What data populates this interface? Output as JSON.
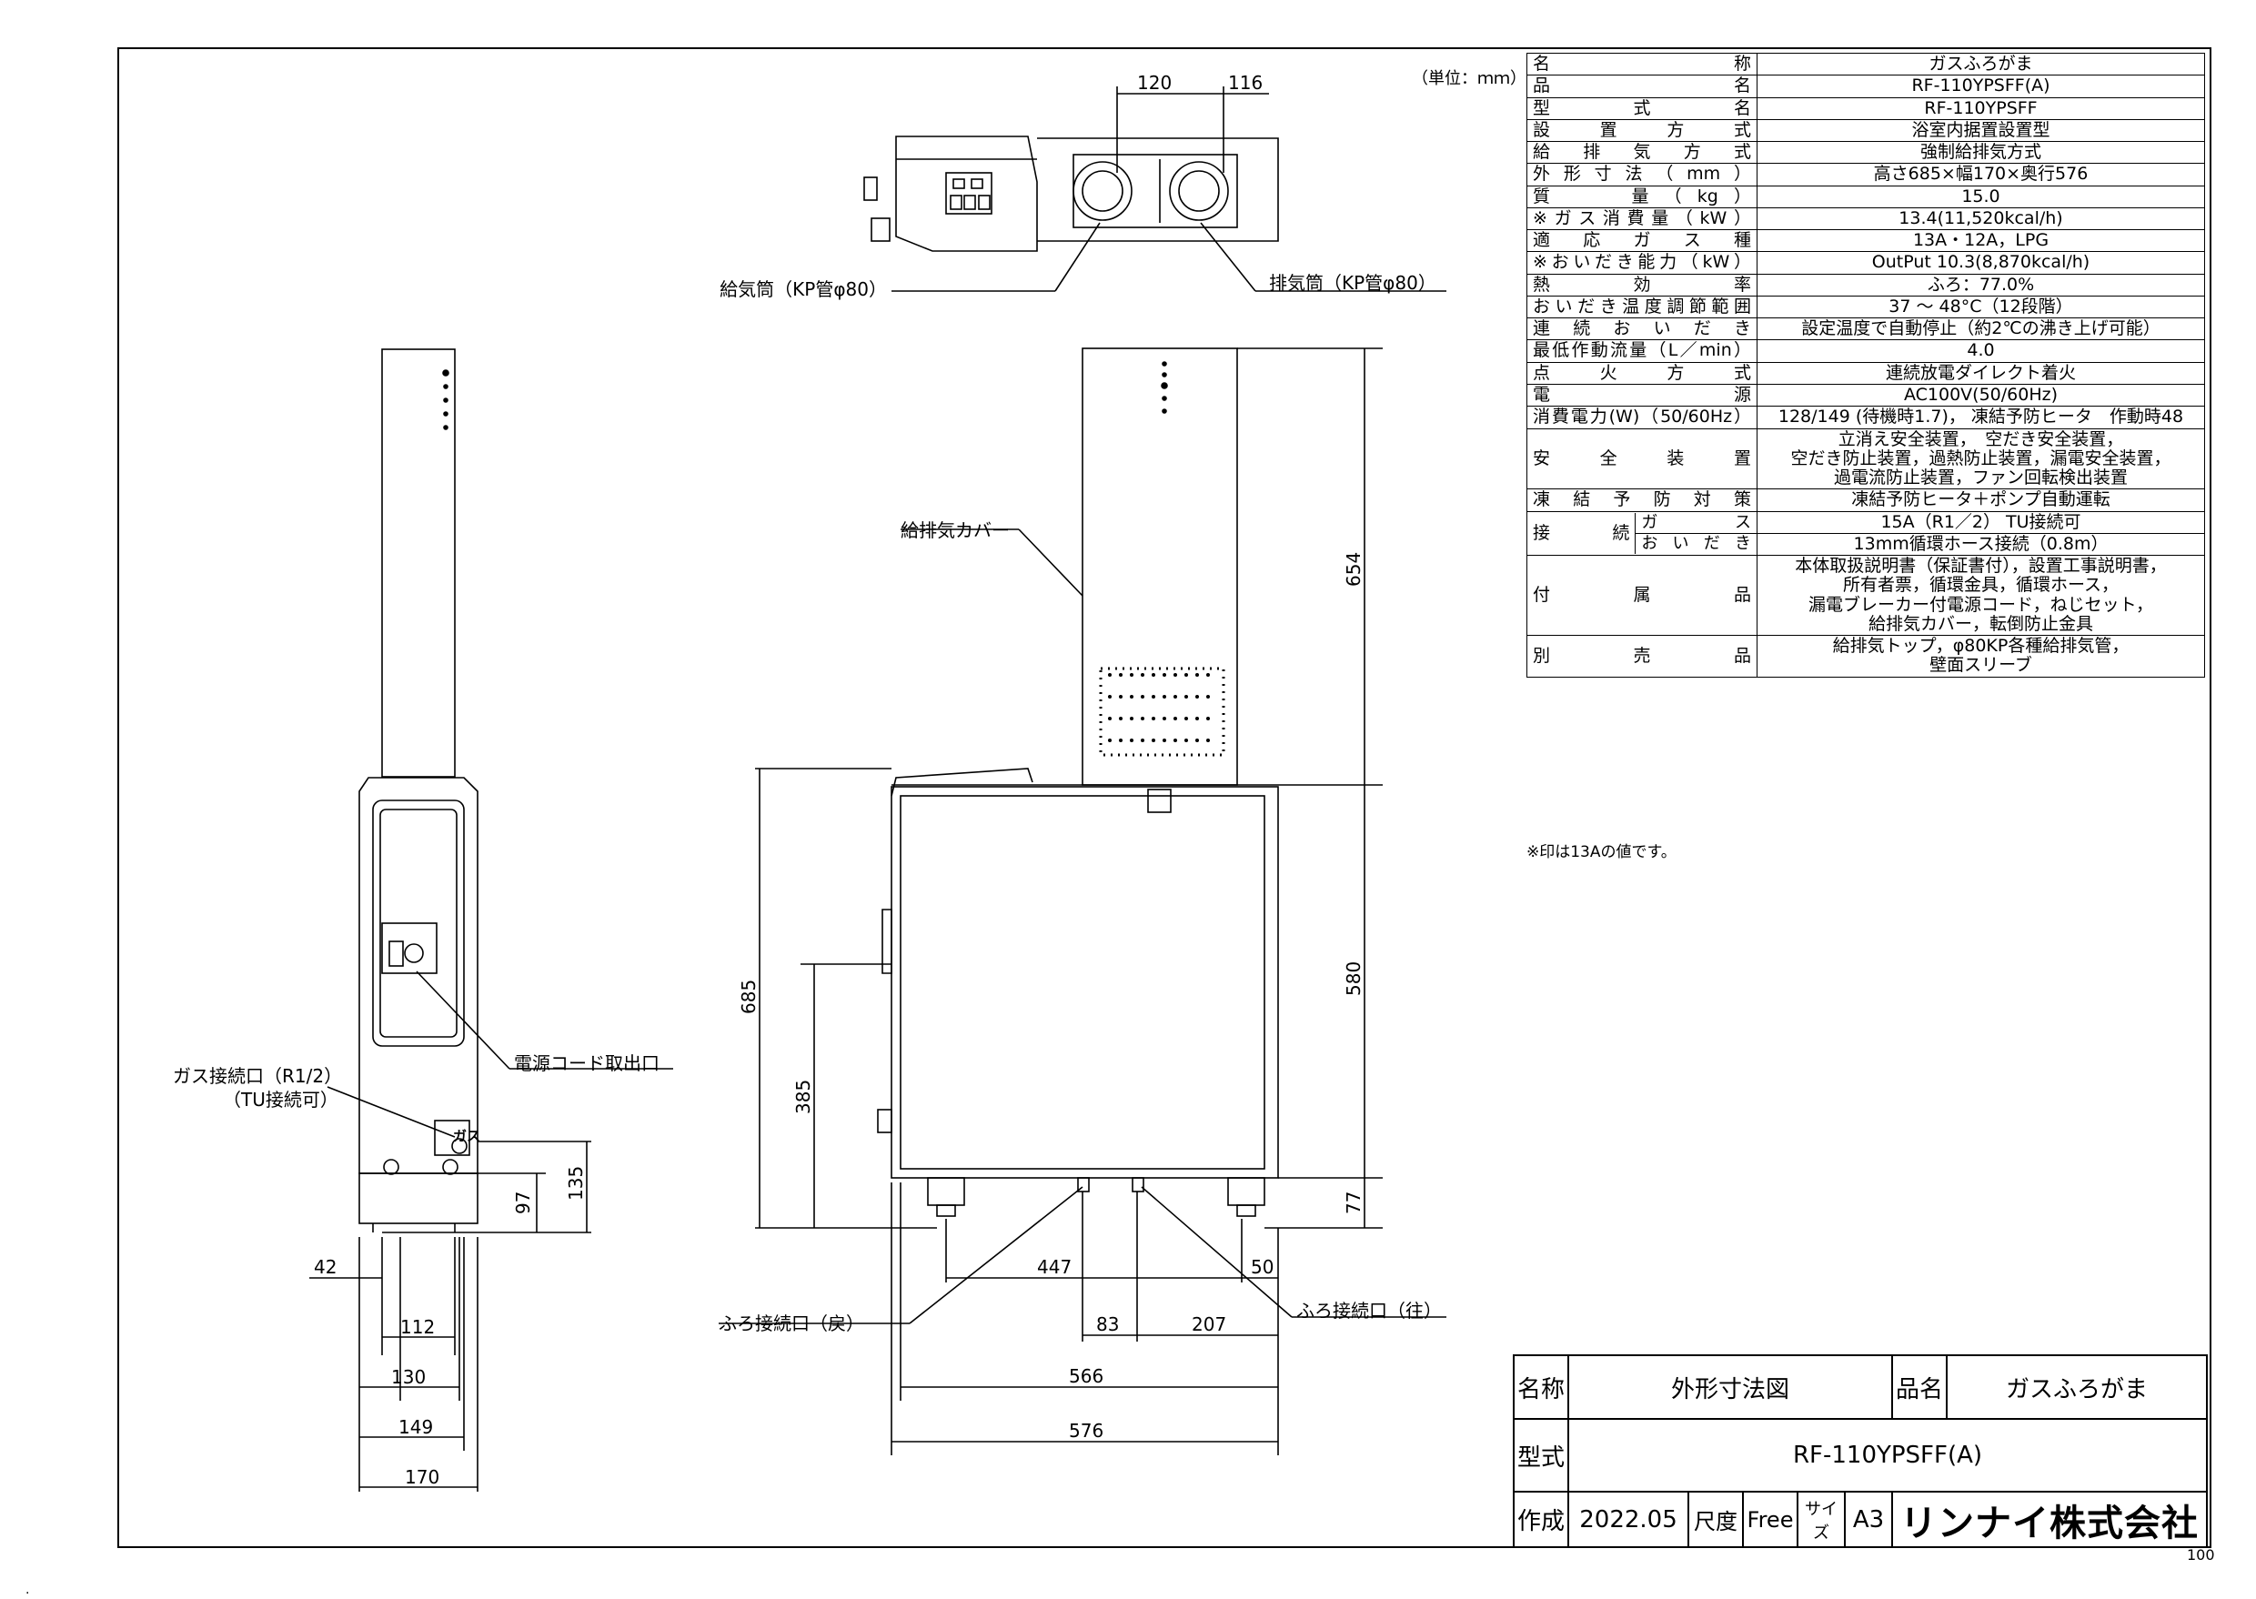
{
  "unit_note": "（単位：ｍｍ）",
  "spec_rows": [
    {
      "label": "名　　　　　称",
      "value": "ガスふろがま"
    },
    {
      "label": "品　　　　　名",
      "value": "RF-110YPSFF(A)"
    },
    {
      "label": "型　　式　　名",
      "value": "RF-110YPSFF"
    },
    {
      "label": "設　置　方　式",
      "value": "浴室内据置設置型"
    },
    {
      "label": "給　排　気　方　式",
      "value": "強制給排気方式"
    },
    {
      "label": "外形寸法（mm）",
      "value": "高さ685×幅170×奥行576"
    },
    {
      "label": "質　　量（kg）",
      "value": "15.0"
    },
    {
      "label": "※ガス消費量（kW）",
      "value": "13.4(11,520kcal/h)"
    },
    {
      "label": "適　応　ガ　ス　種",
      "value": "13A・12A，LPG"
    },
    {
      "label": "※おいだき能力（kW）",
      "value": "OutPut 10.3(8,870kcal/h)"
    },
    {
      "label": "熱　　効　　率",
      "value": "ふろ：77.0%"
    },
    {
      "label": "おいだき温度調節範囲",
      "value": "37 ～ 48°C（12段階）"
    },
    {
      "label": "連　続　お　い　だ　き",
      "value": "設定温度で自動停止（約2℃の沸き上げ可能）"
    },
    {
      "label": "最低作動流量（L／min）",
      "value": "4.0"
    },
    {
      "label": "点　　火　　方　　式",
      "value": "連続放電ダイレクト着火"
    },
    {
      "label": "電　　　　　源",
      "value": "AC100V(50/60Hz)"
    },
    {
      "label": "消費電力(W)（50/60Hz）",
      "value": "128/149 (待機時1.7)， 凍結予防ヒータ　作動時48"
    }
  ],
  "safety": {
    "label": "安　　全　　装　　置",
    "lines": [
      "立消え安全装置，　空だき安全装置，",
      "空だき防止装置，過熱防止装置，漏電安全装置，",
      "過電流防止装置，ファン回転検出装置"
    ]
  },
  "freeze": {
    "label": "凍　結　予　防　対　策",
    "value": "凍結予防ヒータ＋ポンプ自動運転"
  },
  "connection": {
    "label": "接　　続",
    "gas_label": "ガ　　ス",
    "gas_value": "15A（R1／2） TU接続可",
    "oidaki_label": "お い だ き",
    "oidaki_value": "13mm循環ホース接続（0.8m）"
  },
  "accessories": {
    "label": "付　　属　　品",
    "lines": [
      "本体取扱説明書（保証書付），設置工事説明書，",
      "所有者票，循環金具，循環ホース，",
      "漏電ブレーカー付電源コード，ねじセット，",
      "給排気カバー，転倒防止金具"
    ]
  },
  "options": {
    "label": "別　　売　　品",
    "lines": [
      "給排気トップ，φ80KP各種給排気管，",
      "壁面スリーブ"
    ]
  },
  "footnote": "※印は13Aの値です。",
  "title_block": {
    "name_label": "名称",
    "name_value": "外形寸法図",
    "product_label": "品名",
    "product_value": "ガスふろがま",
    "model_label": "型式",
    "model_value": "RF-110YPSFF(A)",
    "made_label": "作成",
    "made_value": "2022.05",
    "scale_label": "尺度",
    "scale_value": "Free",
    "size_label": "サイズ",
    "size_value": "A3",
    "company": "リンナイ株式会社"
  },
  "drawing_labels": {
    "intake": "給気筒（KP管φ80）",
    "exhaust": "排気筒（KP管φ80）",
    "cover": "給排気カバー",
    "power_cord": "電源コード取出口",
    "gas_inlet": "ガス接続口（R1/2）",
    "gas_inlet_tu": "（TU接続可）",
    "bath_return": "ふろ接続口（戻）",
    "bath_supply": "ふろ接続口（往）",
    "gas_mark": "ガス"
  },
  "dimensions": {
    "top_120": "120",
    "top_116": "116",
    "h_654": "654",
    "h_580": "580",
    "h_685": "685",
    "h_385": "385",
    "h_77": "77",
    "w_447": "447",
    "w_50": "50",
    "w_83": "83",
    "w_207": "207",
    "w_566": "566",
    "w_576": "576",
    "s_97": "97",
    "s_135": "135",
    "s_42": "42",
    "s_112": "112",
    "s_130": "130",
    "s_149": "149",
    "s_170": "170"
  },
  "page_number": "100"
}
